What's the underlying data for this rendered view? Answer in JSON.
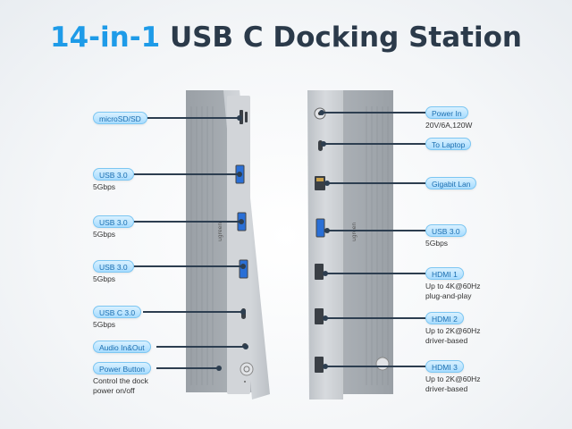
{
  "title": {
    "accent": "14-in-1",
    "rest": "USB C Docking Station"
  },
  "left_ports": [
    {
      "label": "microSD/SD",
      "desc": []
    },
    {
      "label": "USB 3.0",
      "desc": [
        "5Gbps"
      ]
    },
    {
      "label": "USB 3.0",
      "desc": [
        "5Gbps"
      ]
    },
    {
      "label": "USB 3.0",
      "desc": [
        "5Gbps"
      ]
    },
    {
      "label": "USB C 3.0",
      "desc": [
        "5Gbps"
      ]
    },
    {
      "label": "Audio In&Out",
      "desc": []
    },
    {
      "label": "Power Button",
      "desc": [
        "Control the dock",
        "power on/off"
      ]
    }
  ],
  "right_ports": [
    {
      "label": "Power In",
      "desc": [
        "20V/6A,120W"
      ]
    },
    {
      "label": "To Laptop",
      "desc": []
    },
    {
      "label": "Gigabit Lan",
      "desc": []
    },
    {
      "label": "USB 3.0",
      "desc": [
        "5Gbps"
      ]
    },
    {
      "label": "HDMI 1",
      "desc": [
        "Up to 4K@60Hz",
        "plug-and-play"
      ]
    },
    {
      "label": "HDMI 2",
      "desc": [
        "Up to 2K@60Hz",
        "driver-based"
      ]
    },
    {
      "label": "HDMI 3",
      "desc": [
        "Up to 2K@60Hz",
        "driver-based"
      ]
    }
  ],
  "brand": "ugreen",
  "colors": {
    "accent": "#1e9be8",
    "pill_bg": "#bfe6ff",
    "pill_text": "#1c6fb0",
    "line": "#2d3e50",
    "device_body": "#a9aeb4"
  }
}
